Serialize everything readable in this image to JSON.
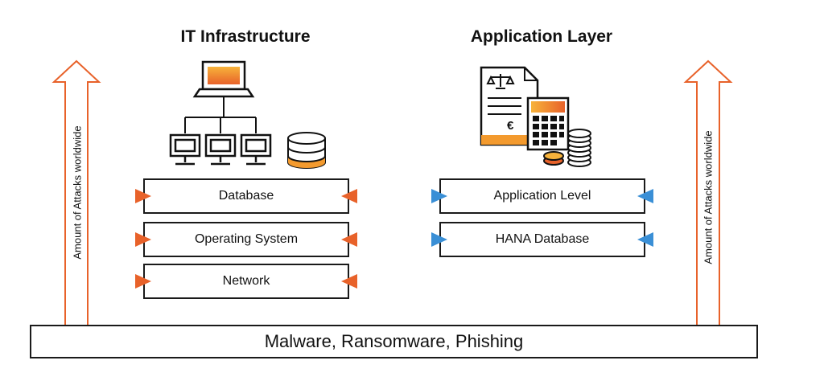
{
  "headings": {
    "left": "IT Infrastructure",
    "right": "Application Layer"
  },
  "infrastructure_layers": [
    "Database",
    "Operating System",
    "Network"
  ],
  "application_layers": [
    "Application Level",
    "HANA Database"
  ],
  "arrow_labels": {
    "left": "Amount of Attacks worldwide",
    "right": "Amount of Attacks worldwide"
  },
  "base_bar": "Malware, Ransomware, Phishing",
  "icons": {
    "laptop": "laptop-icon",
    "monitors": "monitor-icon",
    "database": "database-cylinder-icon",
    "document": "contract-document-icon",
    "calculator": "calculator-icon",
    "coins": "coin-stack-icon"
  },
  "colors": {
    "accent_orange": "#e8622a",
    "accent_blue": "#3a8fd6",
    "gradient_top": "#f7b33b",
    "gradient_bottom": "#e8622a"
  }
}
